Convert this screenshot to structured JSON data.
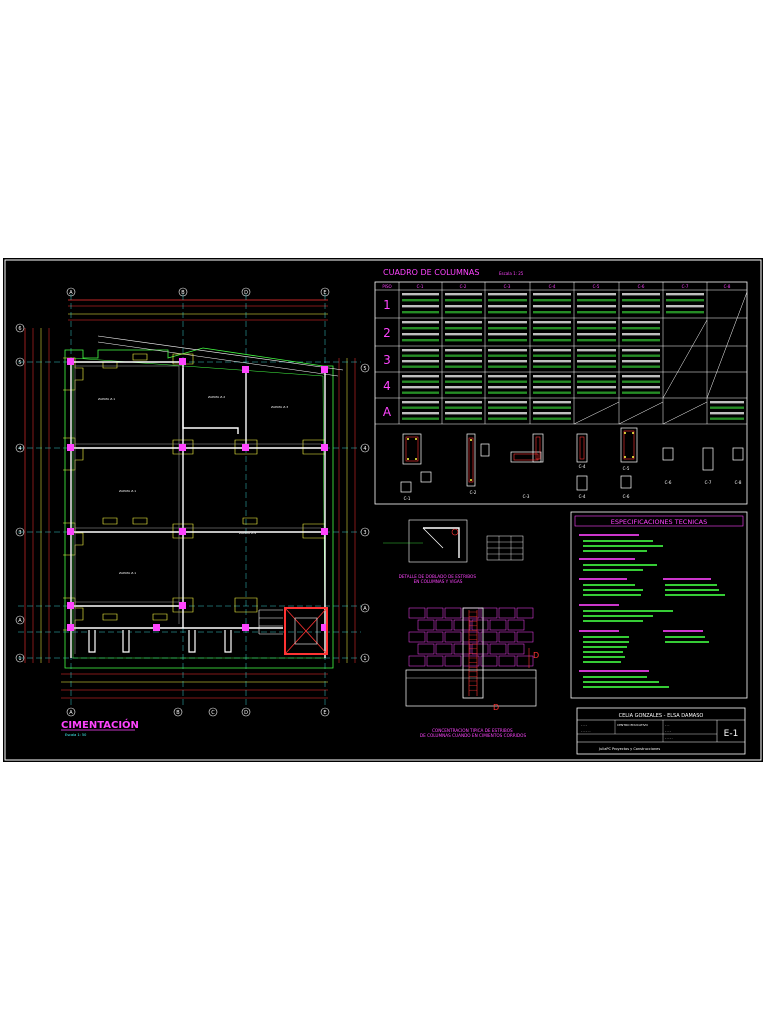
{
  "plan": {
    "title": "CIMENTACIÓN",
    "scale": "Escala 1: 50",
    "axes_letters": [
      "A",
      "B",
      "C",
      "D",
      "E"
    ],
    "axes_numbers": [
      "1",
      "2",
      "3",
      "4",
      "5",
      "6"
    ]
  },
  "columns_table": {
    "title": "CUADRO DE COLUMNAS",
    "scale": "Escala 1: 25",
    "header": [
      "PISO",
      "C-1",
      "C-2",
      "C-3",
      "C-4",
      "C-5",
      "C-6",
      "C-7",
      "C-8"
    ],
    "floors": [
      "1",
      "2",
      "3",
      "4",
      "A"
    ],
    "section_labels": [
      "C-1",
      "C-2",
      "C-3",
      "C-4",
      "C-4",
      "C-5",
      "C-6",
      "C-6",
      "C-7",
      "C-8"
    ]
  },
  "detail": {
    "stirrup_title": "DETALLE DE DOBLADO DE ESTRIBOS EN COLUMNAS Y VIGAS",
    "concentration_title": "CONCENTRACION TIPICA DE ESTRIBOS DE COLUMNAS CUANDO EN CIMIENTOS CORRIDOS",
    "dim_label": "D"
  },
  "specs": {
    "title": "ESPECIFICACIONES TECNICAS"
  },
  "title_block": {
    "authors": "CELIA GONZALES - ELSA DAMASO",
    "project": "CENTRO EDUCATIVO",
    "sheet": "E-1",
    "company": "JuliaPC  Proyectos y Construcciones"
  },
  "colors": {
    "background": "#000000",
    "frame": "#ffffff",
    "magenta": "#ff44ff",
    "red": "#ff3333",
    "yellow": "#ffff44",
    "green": "#44ff44",
    "cyan": "#44ffff",
    "orange": "#ffaa44"
  }
}
